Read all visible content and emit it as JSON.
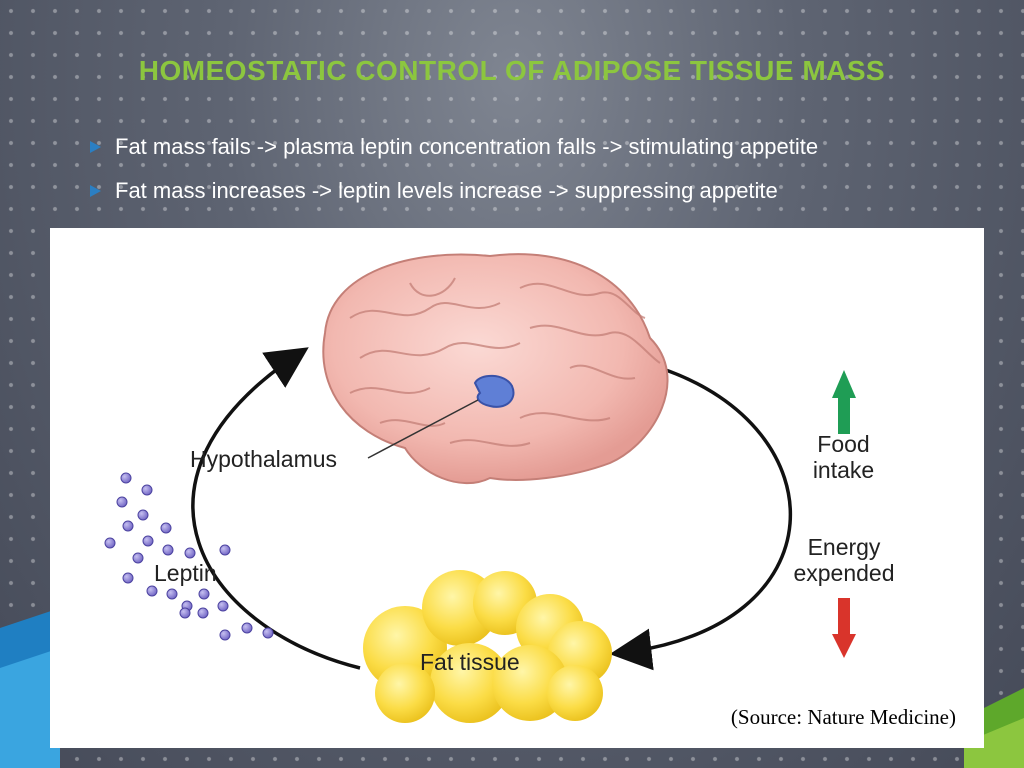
{
  "slide": {
    "title": "HOMEOSTATIC CONTROL OF ADIPOSE TISSUE MASS",
    "bullets": [
      "Fat mass fails -> plasma leptin concentration falls -> stimulating appetite",
      "Fat mass increases -> leptin levels increase -> suppressing appetite"
    ],
    "title_color": "#8cc63f",
    "bullet_icon": "triangle-right-icon"
  },
  "figure": {
    "labels": {
      "hypothalamus": "Hypothalamus",
      "leptin": "Leptin",
      "fat_tissue": "Fat tissue",
      "food_intake": "Food\nintake",
      "energy_expended": "Energy\nexpended"
    },
    "arrows": {
      "food_intake_color": "#1f9d55",
      "energy_color": "#d9342b"
    },
    "source": "(Source: Nature Medicine)"
  }
}
